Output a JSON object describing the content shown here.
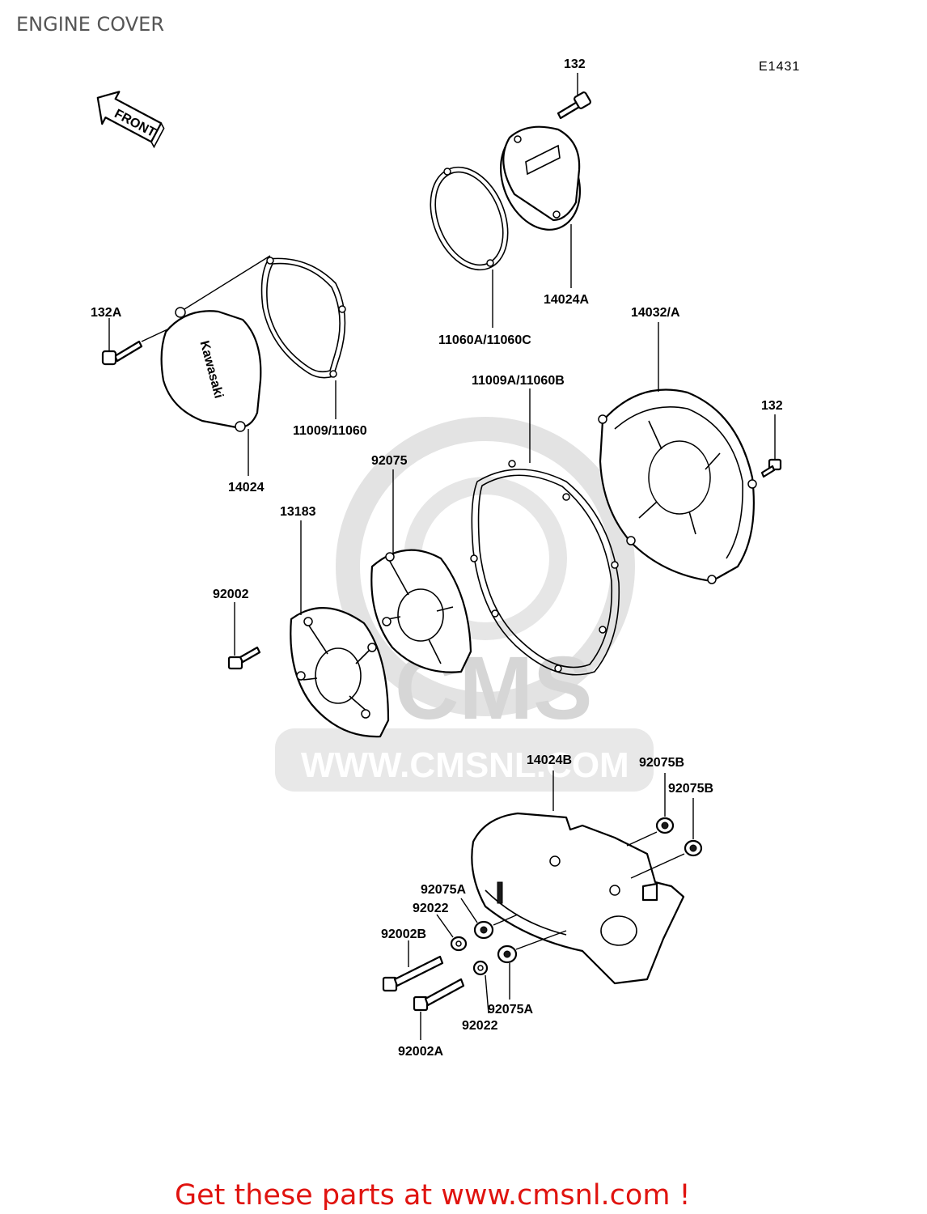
{
  "title": "ENGINE COVER",
  "diagram_code": "E1431",
  "front_arrow_label": "FRONT",
  "cover_logo_text": "Kawasaki",
  "watermark": {
    "brand": "CMS",
    "url": "WWW.CMSNL.COM"
  },
  "promo_text": "Get these parts at www.cmsnl.com !",
  "parts": {
    "bolt_top": "132",
    "bolt_left": "132A",
    "bolt_right": "132",
    "gasket_small": "11060A/11060C",
    "cover_small": "14024A",
    "cover_clutch": "14032/A",
    "gasket_left": "11009/11060",
    "gasket_large": "11009A/11060B",
    "cover_left": "14024",
    "plate_92075": "92075",
    "plate_13183": "13183",
    "bolt_92002": "92002",
    "cover_chain": "14024B",
    "grommet_b1": "92075B",
    "grommet_b2": "92075B",
    "grommet_a1": "92075A",
    "washer_1": "92022",
    "bolt_b": "92002B",
    "grommet_a2": "92075A",
    "washer_2": "92022",
    "bolt_a": "92002A"
  }
}
